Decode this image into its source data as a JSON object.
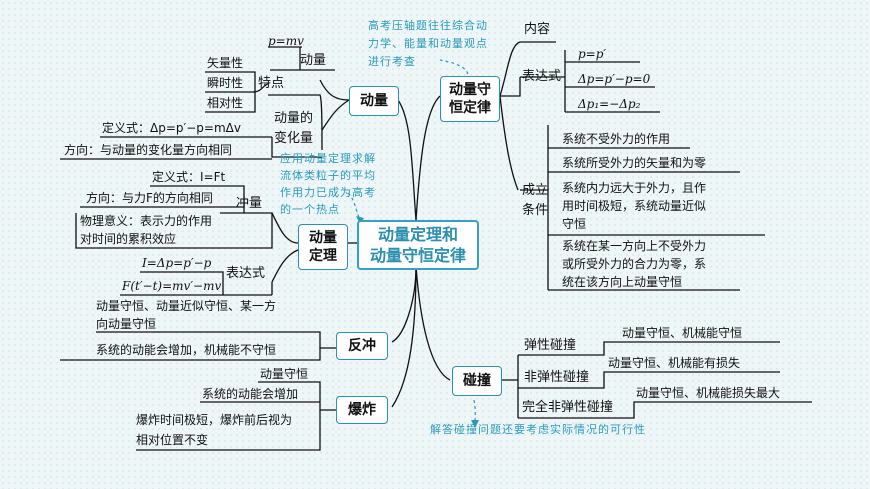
{
  "center": {
    "line1": "动量定理和",
    "line2": "动量守恒定律"
  },
  "left": {
    "momentum": {
      "node": "动量",
      "definition": "p=mv",
      "characteristics_label": "特点",
      "characteristics": [
        "矢量性",
        "瞬时性",
        "相对性"
      ],
      "change_label_1": "动量的",
      "change_label_2": "变化量",
      "change_definition": "定义式：Δp=p′−p=mΔv",
      "change_direction": "方向：与动量的变化量方向相同"
    },
    "theorem": {
      "node_1": "动量",
      "node_2": "定理",
      "impulse_label": "冲量",
      "impulse_definition": "定义式：I=Ft",
      "impulse_direction": "方向：与力F的方向相同",
      "impulse_meaning_1": "物理意义：表示力的作用",
      "impulse_meaning_2": "对时间的累积效应",
      "expression_label": "表达式",
      "expression_1": "I=Δp=p′−p",
      "expression_2": "F(t′−t)=mv′−mv"
    },
    "recoil": {
      "node": "反冲",
      "item_1a": "动量守恒、动量近似守恒、某一方",
      "item_1b": "向动量守恒",
      "item_2": "系统的动能会增加，机械能不守恒"
    },
    "explosion": {
      "node": "爆炸",
      "item_1": "动量守恒",
      "item_2": "系统的动能会增加",
      "item_3a": "爆炸时间极短，爆炸前后视为",
      "item_3b": "相对位置不变"
    }
  },
  "right": {
    "conservation": {
      "node_1": "动量守",
      "node_2": "恒定律",
      "content_label": "内容",
      "expression_label": "表达式",
      "expressions": [
        "p=p′",
        "Δp=p′−p=0",
        "Δp₁=−Δp₂"
      ],
      "condition_label_1": "成立",
      "condition_label_2": "条件",
      "conditions": [
        [
          "系统不受外力的作用"
        ],
        [
          "系统所受外力的矢量和为零"
        ],
        [
          "系统内力远大于外力，且作",
          "用时间极短，系统动量近似",
          "守恒"
        ],
        [
          "系统在某一方向上不受外力",
          "或所受外力的合力为零，系",
          "统在该方向上动量守恒"
        ]
      ]
    },
    "collision": {
      "node": "碰撞",
      "types": [
        {
          "name": "弹性碰撞",
          "desc": "动量守恒、机械能守恒"
        },
        {
          "name": "非弹性碰撞",
          "desc": "动量守恒、机械能有损失"
        },
        {
          "name": "完全非弹性碰撞",
          "desc": "动量守恒、机械能损失最大"
        }
      ]
    }
  },
  "notes": {
    "exam_1": "高考压轴题往往综合动",
    "exam_2": "力学、能量和动量观点",
    "exam_3": "进行考查",
    "theorem_1": "应用动量定理求解",
    "theorem_2": "流体类粒子的平均",
    "theorem_3": "作用力已成为高考",
    "theorem_4": "的一个热点",
    "collision": "解答碰撞问题还要考虑实际情况的可行性"
  },
  "colors": {
    "accent": "#2b8fae",
    "note": "#2b9ab8",
    "line": "#111111",
    "background": "#eef6f8"
  }
}
